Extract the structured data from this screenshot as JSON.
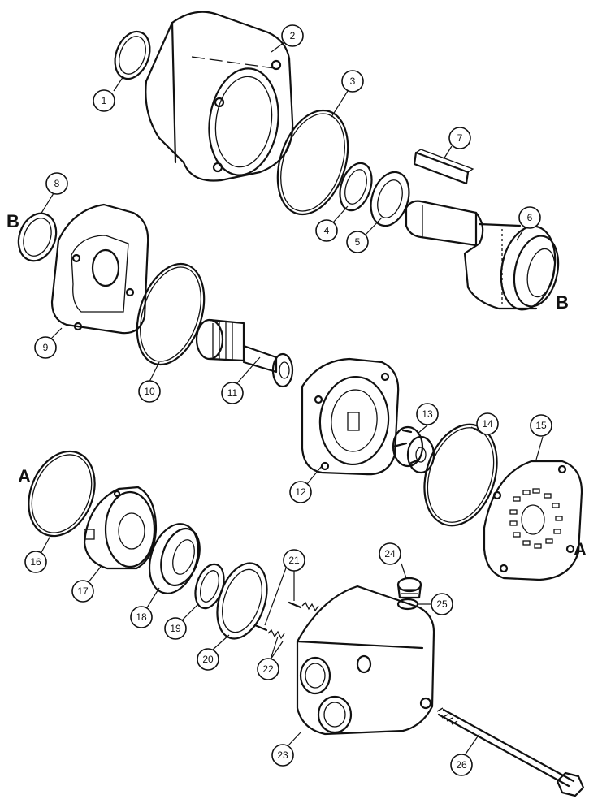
{
  "callouts": [
    "1",
    "2",
    "3",
    "4",
    "5",
    "6",
    "7",
    "8",
    "9",
    "10",
    "11",
    "12",
    "13",
    "14",
    "15",
    "16",
    "17",
    "18",
    "19",
    "20",
    "21",
    "22",
    "23",
    "24",
    "25",
    "26"
  ],
  "letters": [
    "A",
    "A",
    "B",
    "B"
  ]
}
